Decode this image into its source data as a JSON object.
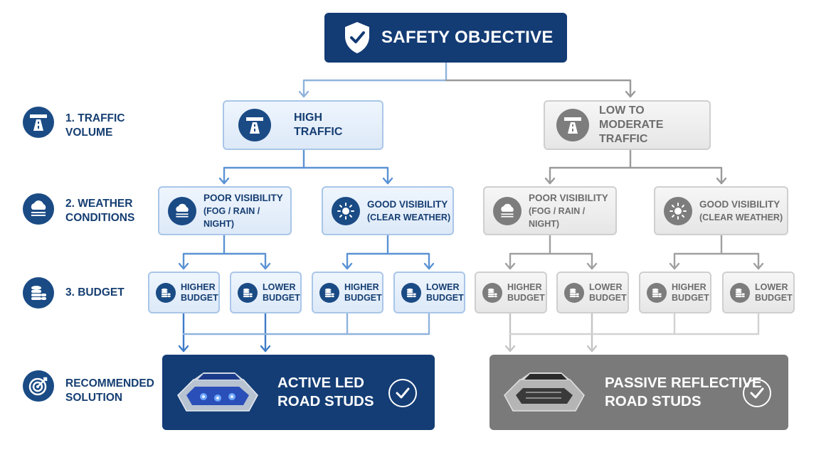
{
  "objective": {
    "title": "SAFETY OBJECTIVE",
    "icon": "shield-check-icon"
  },
  "criteria": [
    {
      "label_line1": "1. TRAFFIC",
      "label_line2": "VOLUME",
      "icon": "highway-icon"
    },
    {
      "label_line1": "2. WEATHER",
      "label_line2": "CONDITIONS",
      "icon": "cloud-icon"
    },
    {
      "label_line1": "3. BUDGET",
      "label_line2": "",
      "icon": "coins-icon"
    },
    {
      "label_line1": "RECOMMENDED",
      "label_line2": "SOLUTION",
      "icon": "target-icon"
    }
  ],
  "branches": [
    {
      "traffic": {
        "line1": "HIGH",
        "line2": "TRAFFIC"
      },
      "weather": [
        {
          "title": "POOR VISIBILITY",
          "sub": "(FOG / RAIN / NIGHT)",
          "icon": "cloud-fog-icon"
        },
        {
          "title": "GOOD VISIBILITY",
          "sub": "(CLEAR WEATHER)",
          "icon": "sun-icon"
        }
      ],
      "budget": [
        {
          "line1": "HIGHER",
          "line2": "BUDGET"
        },
        {
          "line1": "LOWER",
          "line2": "BUDGET"
        },
        {
          "line1": "HIGHER",
          "line2": "BUDGET"
        },
        {
          "line1": "LOWER",
          "line2": "BUDGET"
        }
      ],
      "solution": {
        "line1": "ACTIVE LED",
        "line2": "ROAD STUDS"
      }
    },
    {
      "traffic": {
        "line1": "LOW TO",
        "line2": "MODERATE TRAFFIC"
      },
      "weather": [
        {
          "title": "POOR VISIBILITY",
          "sub": "(FOG / RAIN / NIGHT)",
          "icon": "cloud-fog-icon"
        },
        {
          "title": "GOOD VISIBILITY",
          "sub": "(CLEAR WEATHER)",
          "icon": "sun-icon"
        }
      ],
      "budget": [
        {
          "line1": "HIGHER",
          "line2": "BUDGET"
        },
        {
          "line1": "LOWER",
          "line2": "BUDGET"
        },
        {
          "line1": "HIGHER",
          "line2": "BUDGET"
        },
        {
          "line1": "LOWER",
          "line2": "BUDGET"
        }
      ],
      "solution": {
        "line1": "PASSIVE REFLECTIVE",
        "line2": "ROAD STUDS"
      }
    }
  ],
  "colors": {
    "navy": "#133b74",
    "blue_line": "#5b92d3",
    "gray_line": "#9a9a9a",
    "gray_box": "#7a7a7a"
  }
}
